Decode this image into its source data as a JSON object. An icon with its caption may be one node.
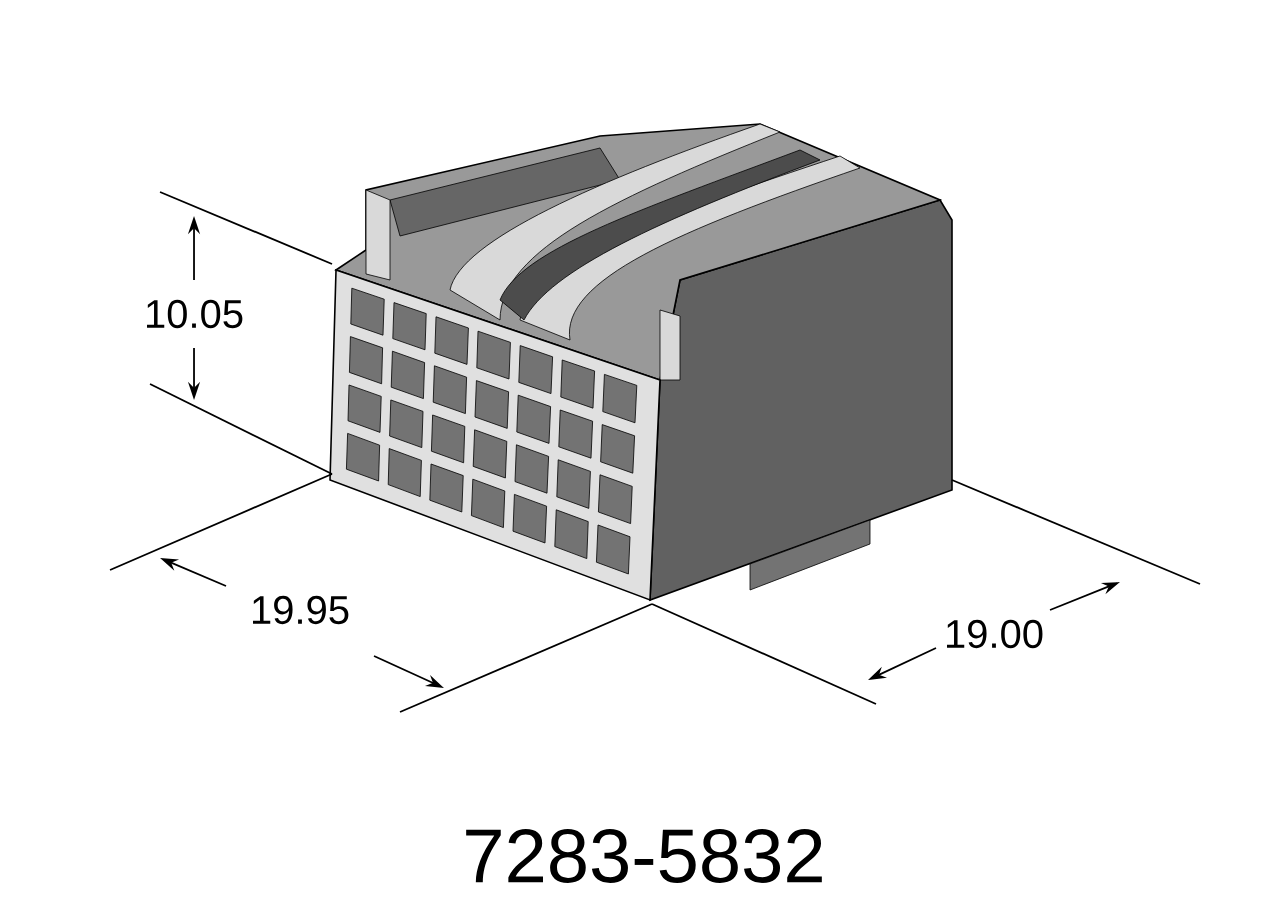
{
  "diagram": {
    "caption": "7283-5832",
    "labels": [
      "10.05",
      "19.95",
      "19.00"
    ]
  }
}
